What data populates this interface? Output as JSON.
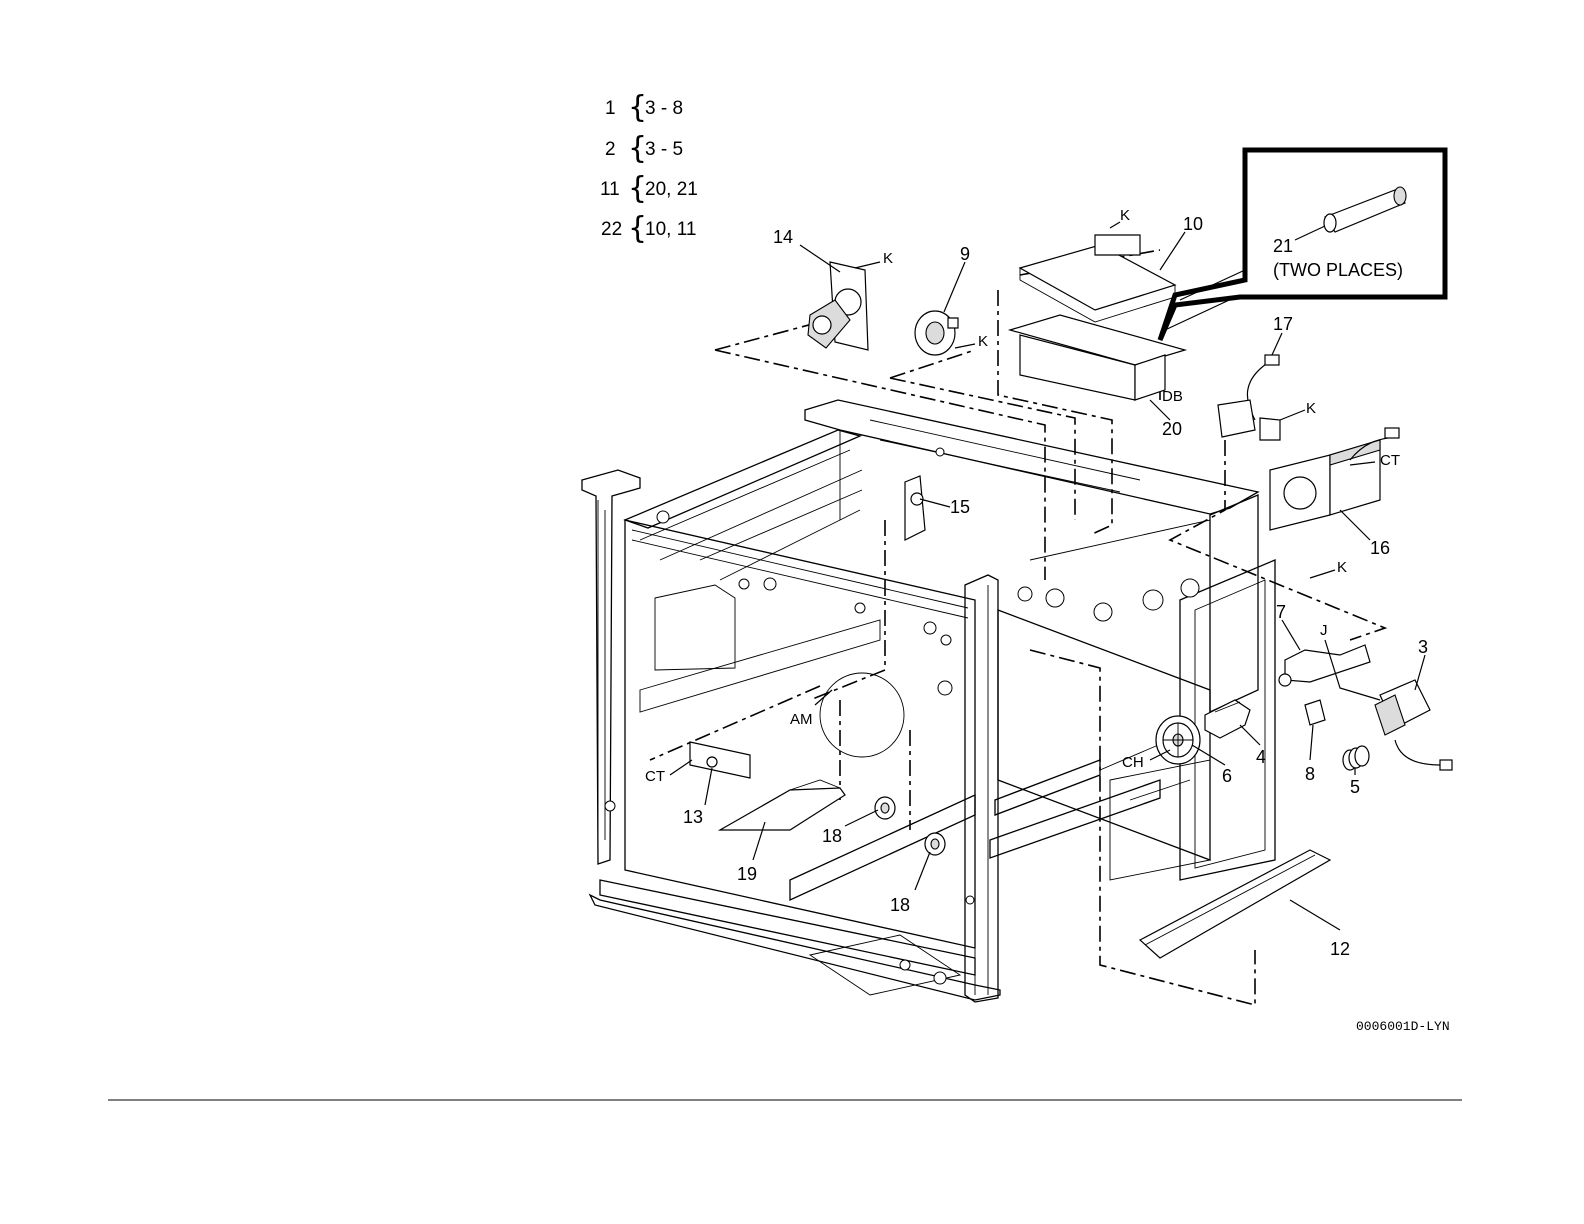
{
  "legend": [
    {
      "parent": "1",
      "children": "3 - 8"
    },
    {
      "parent": "2",
      "children": "3 - 5"
    },
    {
      "parent": "11",
      "children": "20, 21"
    },
    {
      "parent": "22",
      "children": "10, 11"
    }
  ],
  "callouts": {
    "c1": "14",
    "c2": "K",
    "c3": "9",
    "c4": "K",
    "c5": "K",
    "c6": "10",
    "c7": "DB",
    "c8": "20",
    "c9": "17",
    "c10": "K",
    "c11": "CT",
    "c12": "16",
    "c13": "15",
    "c14": "K",
    "c15": "7",
    "c16": "J",
    "c17": "3",
    "c18": "AM",
    "c19": "CH",
    "c20": "6",
    "c21": "4",
    "c22": "8",
    "c23": "5",
    "c24": "CT",
    "c25": "13",
    "c26": "18",
    "c27": "19",
    "c28": "18",
    "c29": "12"
  },
  "inset": {
    "number": "21",
    "note": "(TWO PLACES)"
  },
  "drawing_id": "0006001D-LYN"
}
